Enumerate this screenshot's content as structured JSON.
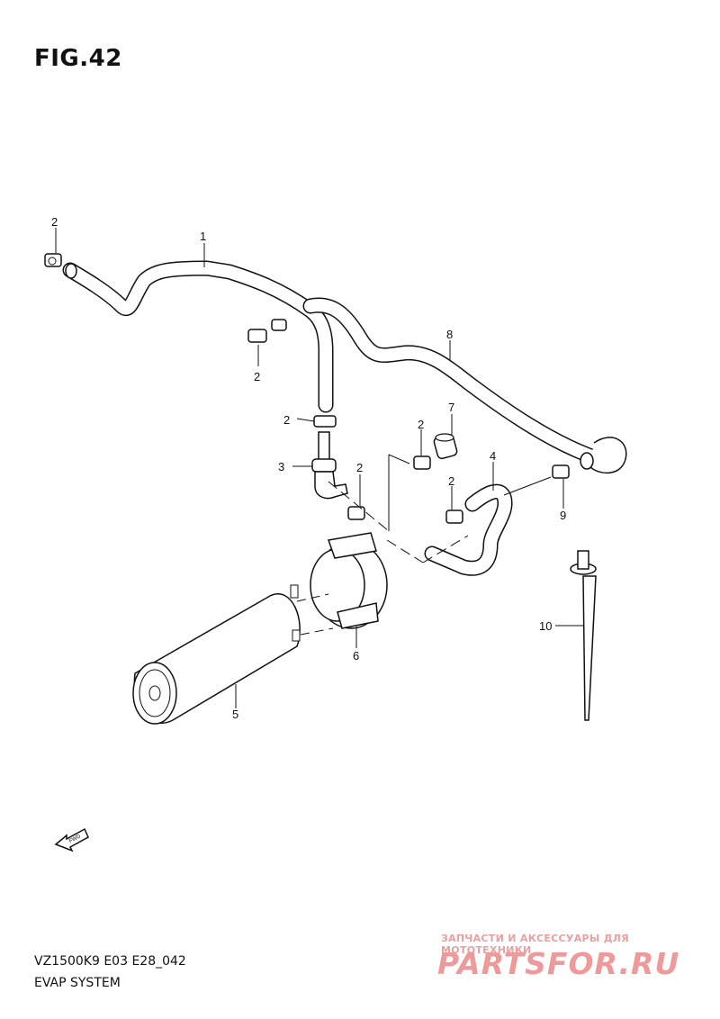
{
  "figure": {
    "title": "FIG.42"
  },
  "callouts": {
    "c1": "1",
    "c2a": "2",
    "c2b": "2",
    "c2c": "2",
    "c2d": "2",
    "c2e": "2",
    "c2f": "2",
    "c3": "3",
    "c4": "4",
    "c5": "5",
    "c6": "6",
    "c7": "7",
    "c8": "8",
    "c9": "9",
    "c10": "10"
  },
  "fwd_arrow": {
    "label": "FWD"
  },
  "footer": {
    "model_code": "VZ1500K9 E03 E28_042",
    "system_name": "EVAP SYSTEM"
  },
  "watermark": {
    "tagline": "ЗАПЧАСТИ И АКСЕССУАРЫ ДЛЯ МОТОТЕХНИКИ",
    "brand": "PARTSFOR.RU"
  }
}
